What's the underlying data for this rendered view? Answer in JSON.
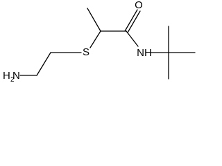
{
  "molecule": {
    "atoms": {
      "oxygen": "O",
      "sulfur": "S",
      "amide_nh": "NH",
      "amine_h": "H",
      "amine_sub": "2",
      "amine_n": "N"
    }
  }
}
